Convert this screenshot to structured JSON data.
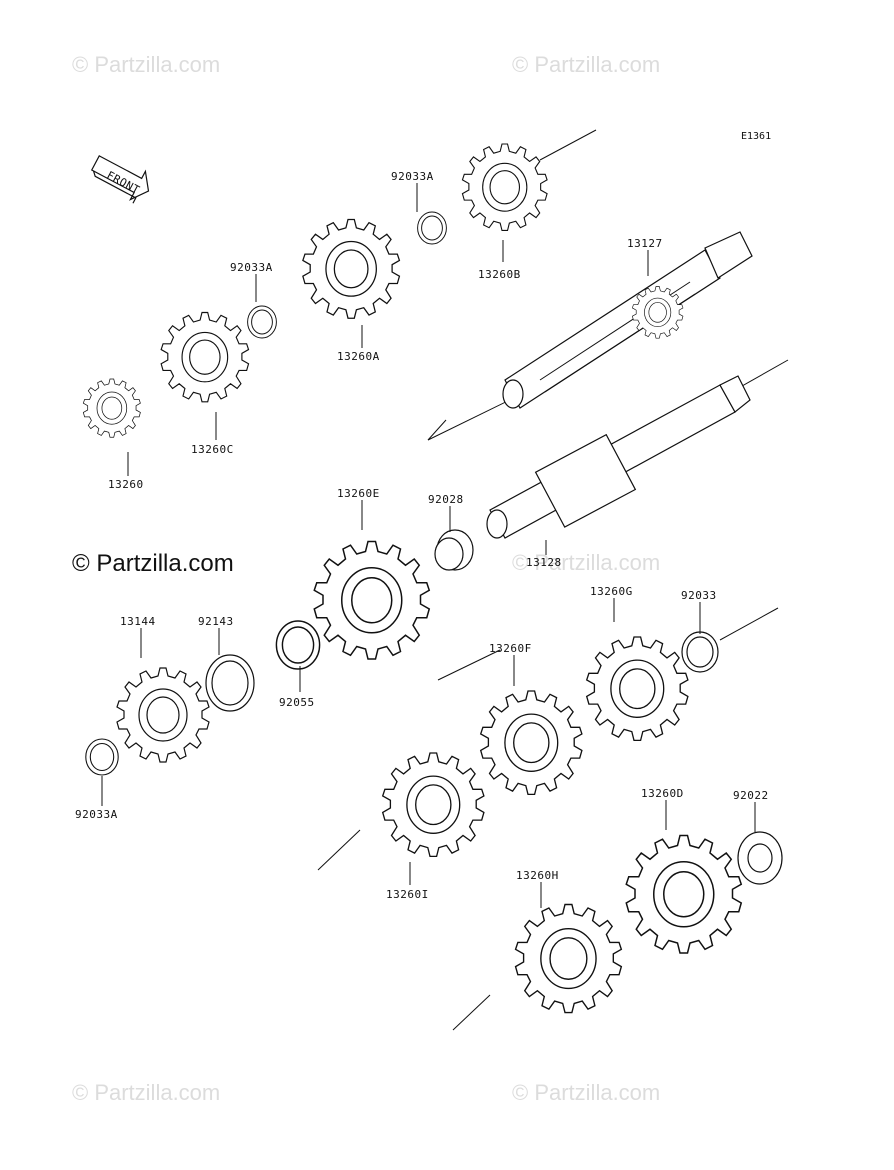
{
  "watermarks": {
    "corner": "© Partzilla.com",
    "main": "© Partzilla.com"
  },
  "diagram": {
    "code": "E1361",
    "front_label": "FRONT",
    "parts": [
      {
        "id": "p-92033A-top",
        "label": "92033A"
      },
      {
        "id": "p-13260B",
        "label": "13260B"
      },
      {
        "id": "p-13127",
        "label": "13127"
      },
      {
        "id": "p-92033A-mid",
        "label": "92033A"
      },
      {
        "id": "p-13260A",
        "label": "13260A"
      },
      {
        "id": "p-13260C",
        "label": "13260C"
      },
      {
        "id": "p-13260",
        "label": "13260"
      },
      {
        "id": "p-13260E",
        "label": "13260E"
      },
      {
        "id": "p-92028",
        "label": "92028"
      },
      {
        "id": "p-13128",
        "label": "13128"
      },
      {
        "id": "p-13260G",
        "label": "13260G"
      },
      {
        "id": "p-92033",
        "label": "92033"
      },
      {
        "id": "p-13144",
        "label": "13144"
      },
      {
        "id": "p-92143",
        "label": "92143"
      },
      {
        "id": "p-13260F",
        "label": "13260F"
      },
      {
        "id": "p-92055",
        "label": "92055"
      },
      {
        "id": "p-92033A-bot",
        "label": "92033A"
      },
      {
        "id": "p-13260D",
        "label": "13260D"
      },
      {
        "id": "p-92022",
        "label": "92022"
      },
      {
        "id": "p-13260I",
        "label": "13260I"
      },
      {
        "id": "p-13260H",
        "label": "13260H"
      }
    ]
  }
}
